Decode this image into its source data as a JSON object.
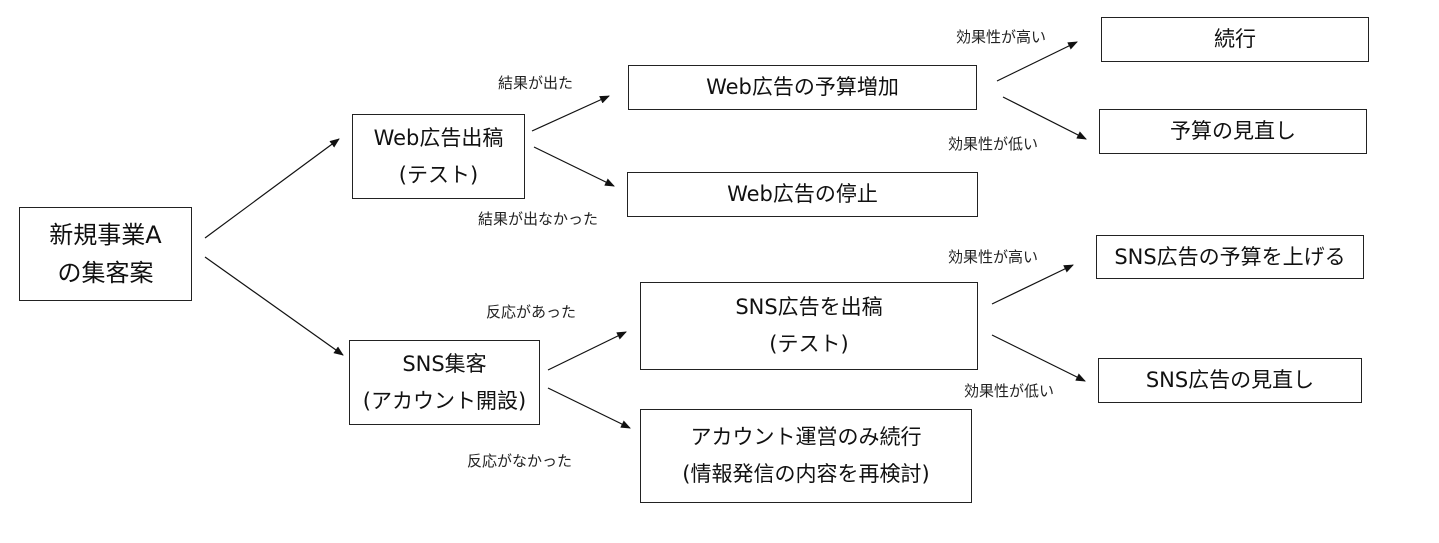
{
  "nodes": {
    "root": {
      "line1": "新規事業A",
      "line2": "の集客案"
    },
    "web_ad": {
      "line1": "Web広告出稿",
      "line2": "(テスト)"
    },
    "sns": {
      "line1": "SNS集客",
      "line2": "(アカウント開設)"
    },
    "web_budget_up": {
      "line1": "Web広告の予算増加"
    },
    "web_stop": {
      "line1": "Web広告の停止"
    },
    "continue": {
      "line1": "続行"
    },
    "budget_review": {
      "line1": "予算の見直し"
    },
    "sns_ad": {
      "line1": "SNS広告を出稿",
      "line2": "(テスト)"
    },
    "account_only": {
      "line1": "アカウント運営のみ続行",
      "line2": "(情報発信の内容を再検討)"
    },
    "sns_budget_up": {
      "line1": "SNS広告の予算を上げる"
    },
    "sns_ad_review": {
      "line1": "SNS広告の見直し"
    }
  },
  "edge_labels": {
    "web_result_yes": "結果が出た",
    "web_result_no": "結果が出なかった",
    "web_effective_high": "効果性が高い",
    "web_effective_low": "効果性が低い",
    "sns_reaction_yes": "反応があった",
    "sns_reaction_no": "反応がなかった",
    "sns_effective_high": "効果性が高い",
    "sns_effective_low": "効果性が低い"
  }
}
